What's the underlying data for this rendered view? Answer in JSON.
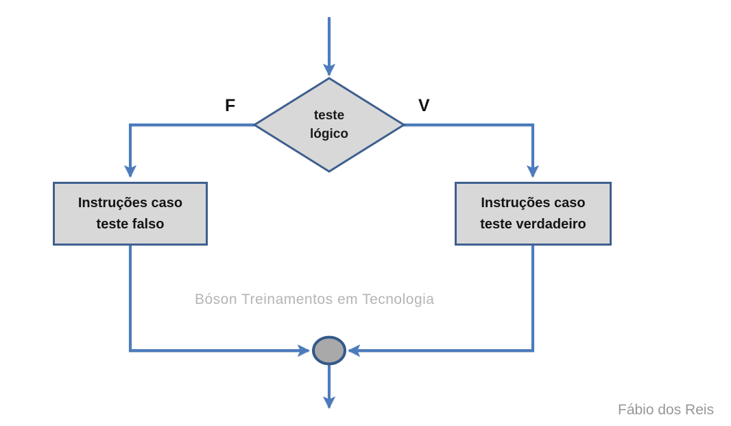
{
  "diagram": {
    "decision": {
      "label_line1": "teste",
      "label_line2": "lógico"
    },
    "false_branch": {
      "label": "F",
      "box_line1": "Instruções caso",
      "box_line2": "teste falso"
    },
    "true_branch": {
      "label": "V",
      "box_line1": "Instruções caso",
      "box_line2": "teste verdadeiro"
    }
  },
  "watermark": {
    "text": "Bóson Treinamentos em Tecnologia"
  },
  "credit": {
    "text": "Fábio dos Reis"
  },
  "colors": {
    "connector_blue": "#4b7bbd",
    "shape_border_blue": "#3d5f8f",
    "shape_fill_gray": "#d8d8d8",
    "connector_node_fill_gray": "#a9a9a9",
    "watermark_gray": "#b4b4b6",
    "credit_gray": "#97979b",
    "text_black": "#141414"
  }
}
